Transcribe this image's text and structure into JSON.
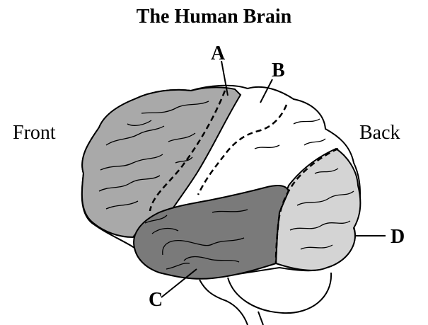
{
  "title": "The Human Brain",
  "orientation": {
    "front": "Front",
    "back": "Back"
  },
  "labels": {
    "a": "A",
    "b": "B",
    "c": "C",
    "d": "D"
  },
  "colors": {
    "region_a": "#a9a9a9",
    "region_c": "#7a7a7a",
    "region_d": "#d4d4d4",
    "outline": "#000000",
    "background": "#ffffff"
  }
}
